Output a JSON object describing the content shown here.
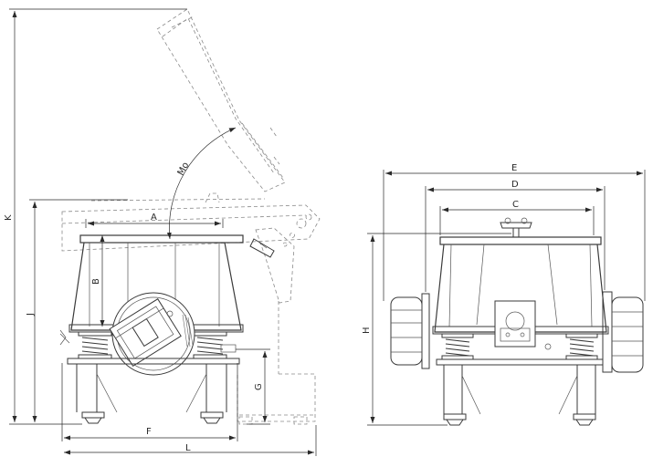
{
  "dimensions": {
    "A": "A",
    "B": "B",
    "C": "C",
    "D": "D",
    "E": "E",
    "F": "F",
    "G": "G",
    "H": "H",
    "J": "J",
    "K": "K",
    "L": "L"
  },
  "annotations": {
    "rotation_label": "Mo"
  }
}
